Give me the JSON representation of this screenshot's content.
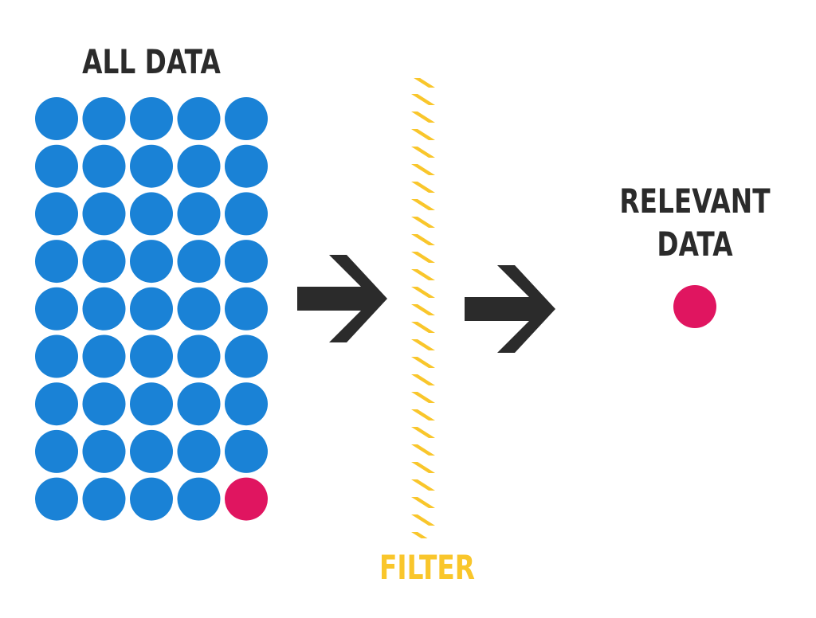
{
  "all_data_label": "ALL DATA",
  "relevant_data_label": [
    "RELEVANT",
    "DATA"
  ],
  "filter_label": "FILTER",
  "grid": {
    "columns": 5,
    "rows": 9,
    "relevant_cell": {
      "row": 9,
      "column": 5
    }
  },
  "colors": {
    "text": "#2b2b2b",
    "data_point": "#1a82d6",
    "relevant_point": "#e01560",
    "filter": "#f9c62b",
    "arrow": "#2b2b2b"
  },
  "icons": {
    "arrow_1": "arrow-right-icon",
    "arrow_2": "arrow-right-icon",
    "filter": "hatched-filter-line"
  }
}
